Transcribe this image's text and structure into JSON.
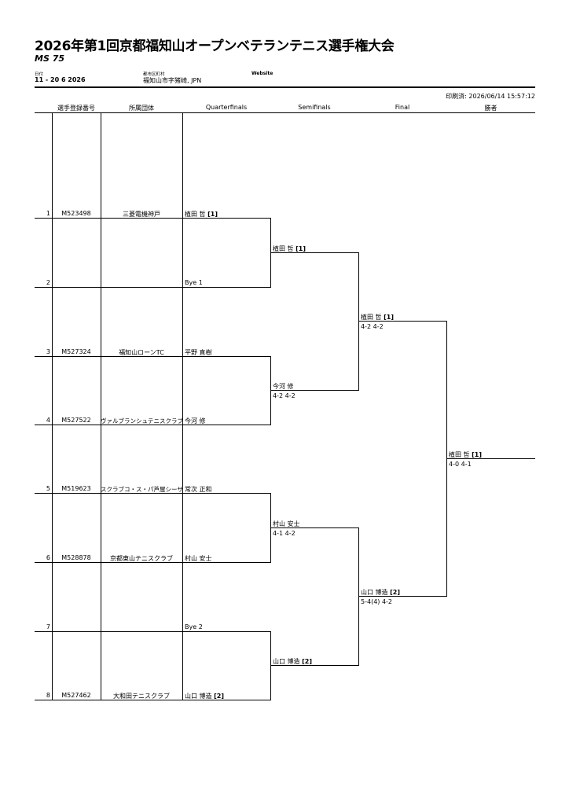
{
  "header": {
    "title": "2026年第1回京都福知山オープンベテランテニス選手権大会",
    "subtitle": "MS 75",
    "date_label": "日付",
    "date_value": "11 - 20 6 2026",
    "city_label": "都市区町村",
    "city_value": "福知山市字猪崎, JPN",
    "website_label": "Website",
    "printed": "印刷済: 2026/06/14 15:57:12"
  },
  "columns": {
    "reg": "選手登録番号",
    "club": "所属団体",
    "qf": "Quarterfinals",
    "sf": "Semifinals",
    "final": "Final",
    "winner": "勝者"
  },
  "draw": [
    {
      "pos": "1",
      "reg": "M523498",
      "club": "三菱電機神戸",
      "name": "植田 哲",
      "seed": "[1]"
    },
    {
      "pos": "2",
      "reg": "",
      "club": "",
      "name": "Bye 1",
      "seed": ""
    },
    {
      "pos": "3",
      "reg": "M527324",
      "club": "福知山ローンTC",
      "name": "平野 直樹",
      "seed": ""
    },
    {
      "pos": "4",
      "reg": "M527522",
      "club": "ヴァルブランシュテニスクラブ",
      "name": "今河 修",
      "seed": ""
    },
    {
      "pos": "5",
      "reg": "M519623",
      "club": "スクラブコ・ス・パ芦屋シーサ",
      "name": "常次 正和",
      "seed": ""
    },
    {
      "pos": "6",
      "reg": "M528878",
      "club": "京都東山テニスクラブ",
      "name": "村山 安士",
      "seed": ""
    },
    {
      "pos": "7",
      "reg": "",
      "club": "",
      "name": "Bye 2",
      "seed": ""
    },
    {
      "pos": "8",
      "reg": "M527462",
      "club": "大和田テニスクラブ",
      "name": "山口 博造",
      "seed": "[2]"
    }
  ],
  "semifinals": [
    {
      "name": "植田 哲",
      "seed": "[1]",
      "score": ""
    },
    {
      "name": "今河 修",
      "seed": "",
      "score": "4-2 4-2"
    },
    {
      "name": "村山 安士",
      "seed": "",
      "score": "4-1 4-2"
    },
    {
      "name": "山口 博造",
      "seed": "[2]",
      "score": ""
    }
  ],
  "final": [
    {
      "name": "植田 哲",
      "seed": "[1]",
      "score": "4-2 4-2"
    },
    {
      "name": "山口 博造",
      "seed": "[2]",
      "score": "5-4(4) 4-2"
    }
  ],
  "champion": {
    "name": "植田 哲",
    "seed": "[1]",
    "score": "4-0 4-1"
  }
}
